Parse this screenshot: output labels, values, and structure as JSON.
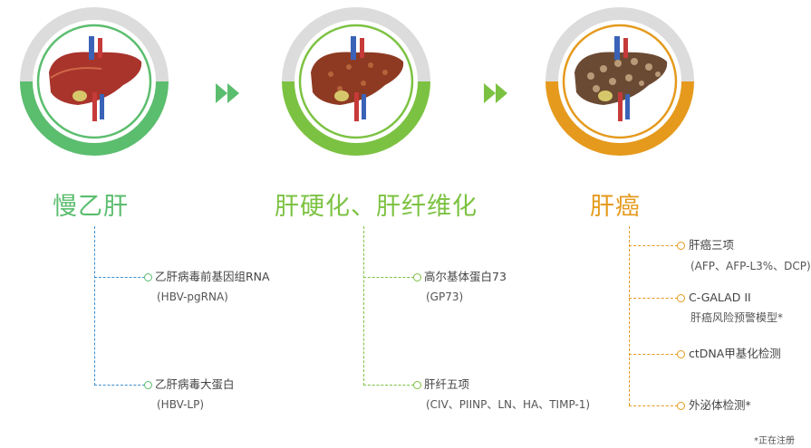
{
  "colors": {
    "stage1": "#5bbd6e",
    "stage2": "#7cc242",
    "stage3": "#e59a1d",
    "ring_gray": "#dcdcdc",
    "blue_dash": "#3f8fd0"
  },
  "stages": [
    {
      "title": "慢乙肝",
      "items": [
        {
          "label": "乙肝病毒前基因组RNA",
          "sub": "(HBV-pgRNA)"
        },
        {
          "label": "乙肝病毒大蛋白",
          "sub": "(HBV-LP)"
        }
      ]
    },
    {
      "title": "肝硬化、肝纤维化",
      "items": [
        {
          "label": "高尔基体蛋白73",
          "sub": "(GP73)"
        },
        {
          "label": "肝纤五项",
          "sub": "(CIV、PIINP、LN、HA、TIMP-1)"
        }
      ]
    },
    {
      "title": "肝癌",
      "items": [
        {
          "label": "肝癌三项",
          "sub": "(AFP、AFP-L3%、DCP)"
        },
        {
          "label": "C-GALAD II",
          "sub": "肝癌风险预警模型*"
        },
        {
          "label": "ctDNA甲基化检测",
          "sub": ""
        },
        {
          "label": "外泌体检测*",
          "sub": ""
        }
      ]
    }
  ],
  "footnote": "*正在注册",
  "icons": {
    "arrow": "double-chevron-right-icon",
    "liver": "liver-icon"
  }
}
